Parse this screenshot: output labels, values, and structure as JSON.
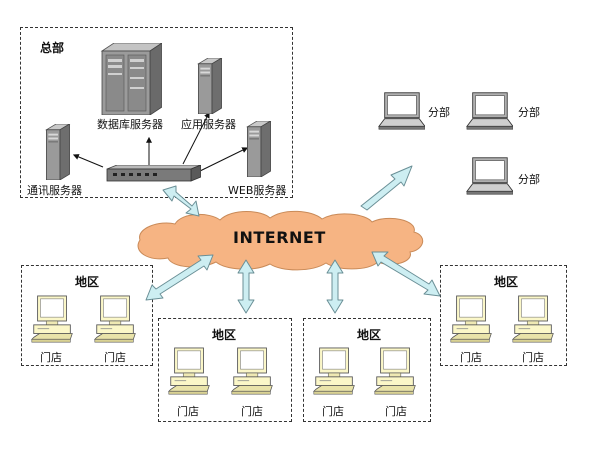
{
  "hq": {
    "title": "总部",
    "db_server": "数据库服务器",
    "app_server": "应用服务器",
    "comm_server": "通讯服务器",
    "web_server": "WEB服务器"
  },
  "branches": [
    "分部",
    "分部",
    "分部"
  ],
  "internet": "INTERNET",
  "regions": [
    {
      "title": "地区",
      "stores": [
        "门店",
        "门店"
      ]
    },
    {
      "title": "地区",
      "stores": [
        "门店",
        "门店"
      ]
    },
    {
      "title": "地区",
      "stores": [
        "门店",
        "门店"
      ]
    },
    {
      "title": "地区",
      "stores": [
        "门店",
        "门店"
      ]
    }
  ],
  "colors": {
    "cloud": "#f6b483",
    "arrow": "#cdeef2",
    "arrow_stroke": "#6a8f96",
    "monitor": "#fbf7c8",
    "server": "#8e8e8e"
  }
}
